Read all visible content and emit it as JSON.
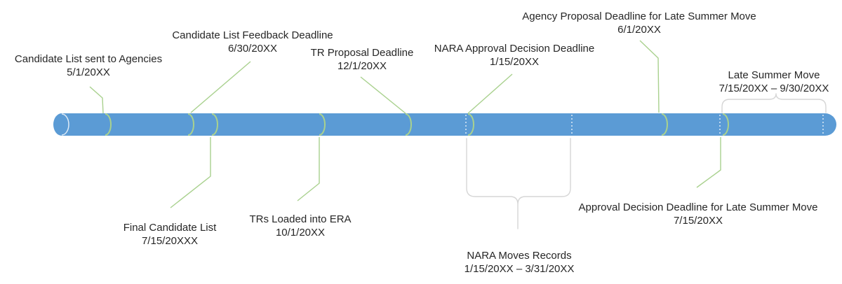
{
  "colors": {
    "bar": "#5B9BD5",
    "connector": "#A9D18E",
    "brace": "#D6D6D6",
    "dash_marker": "#FFFFFF",
    "text": "#262626"
  },
  "timeline": {
    "milestones_above": [
      {
        "label": "Candidate List sent to Agencies",
        "date": "5/1/20XX"
      },
      {
        "label": "Candidate List Feedback Deadline",
        "date": "6/30/20XX"
      },
      {
        "label": "TR Proposal Deadline",
        "date": "12/1/20XX"
      },
      {
        "label": "NARA Approval Decision Deadline",
        "date": "1/15/20XX"
      },
      {
        "label": "Agency Proposal Deadline for Late Summer Move",
        "date": "6/1/20XX"
      },
      {
        "label": "Late Summer Move",
        "date": "7/15/20XX – 9/30/20XX"
      }
    ],
    "milestones_below": [
      {
        "label": "Final Candidate List",
        "date": "7/15/20XXX"
      },
      {
        "label": "TRs Loaded into ERA",
        "date": "10/1/20XX"
      },
      {
        "label": "NARA Moves Records",
        "date": "1/15/20XX – 3/31/20XX"
      },
      {
        "label": "Approval Decision Deadline for Late Summer Move",
        "date": "7/15/20XX"
      }
    ]
  }
}
